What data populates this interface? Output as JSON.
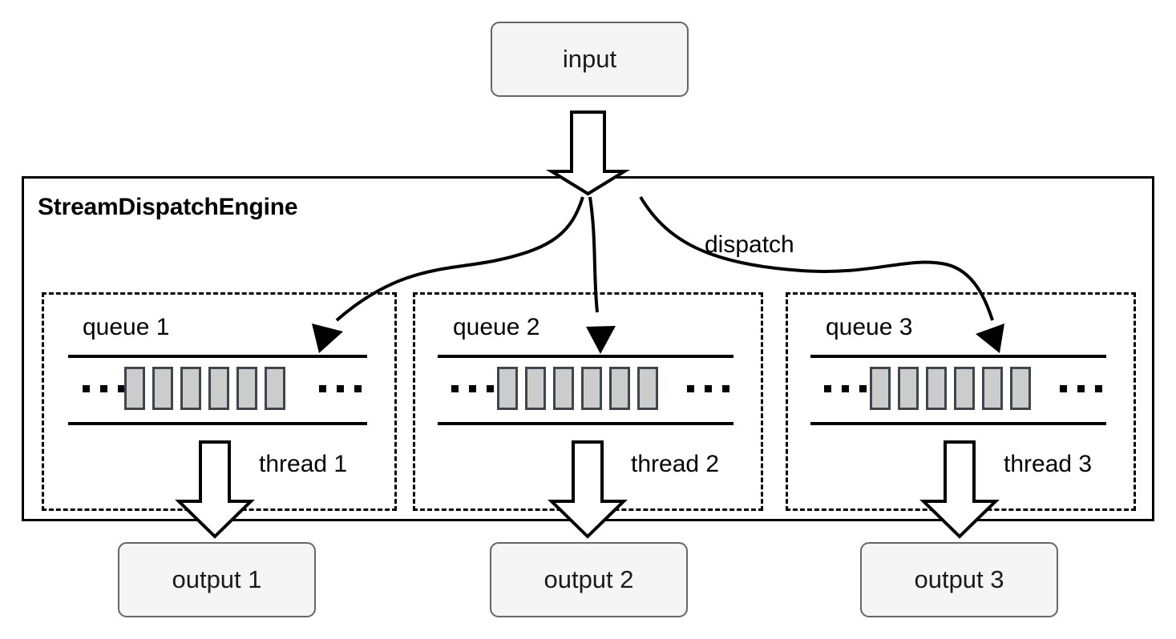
{
  "diagram": {
    "title": "StreamDispatchEngine",
    "input": {
      "label": "input"
    },
    "dispatch": {
      "label": "dispatch"
    },
    "lanes": [
      {
        "queue_label": "queue 1",
        "thread_label": "thread 1",
        "output_label": "output 1",
        "cell_count": 6,
        "leading_ellipsis": "...",
        "trailing_ellipsis": "..."
      },
      {
        "queue_label": "queue 2",
        "thread_label": "thread 2",
        "output_label": "output 2",
        "cell_count": 6,
        "leading_ellipsis": "...",
        "trailing_ellipsis": "..."
      },
      {
        "queue_label": "queue 3",
        "thread_label": "thread 3",
        "output_label": "output 3",
        "cell_count": 6,
        "leading_ellipsis": "...",
        "trailing_ellipsis": "..."
      }
    ],
    "colors": {
      "canvas": "#ffffff",
      "node_fill": "#f5f5f5",
      "node_stroke": "#666666",
      "engine_stroke": "#000000",
      "lane_stroke": "#000000",
      "cell_fill": "#cccccc",
      "cell_stroke": "#3f444d",
      "arrow_stroke": "#000000",
      "arrow_fill": "#ffffff",
      "text": "#000000"
    }
  }
}
